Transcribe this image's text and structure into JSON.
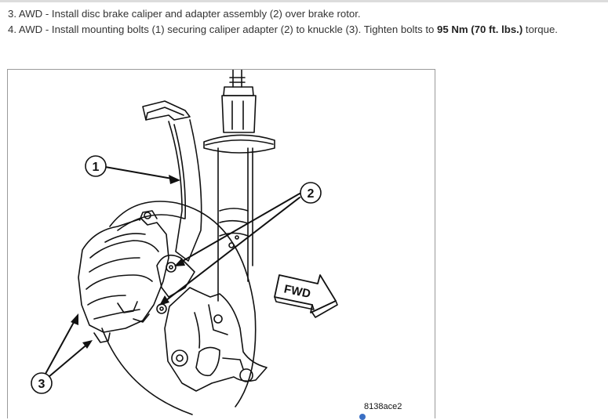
{
  "instructions": {
    "step3": "3. AWD - Install disc brake caliper and adapter assembly (2) over brake rotor.",
    "step4_pre": "4. AWD - Install mounting bolts (1) securing caliper adapter (2) to knuckle (3). Tighten bolts to ",
    "step4_bold": "95 Nm (70 ft. lbs.)",
    "step4_post": " torque."
  },
  "figure": {
    "callouts": [
      "1",
      "2",
      "3"
    ],
    "fwd_label": "FWD",
    "figure_id": "8138ace2"
  }
}
